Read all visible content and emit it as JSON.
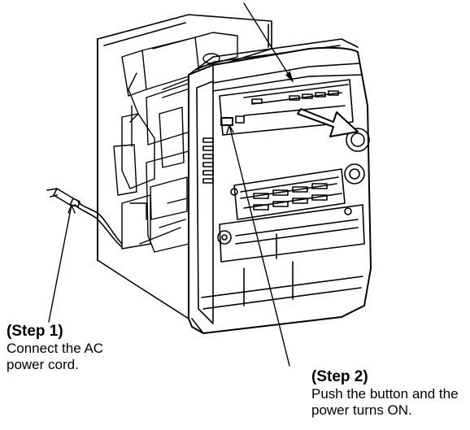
{
  "step1": {
    "title": "(Step 1)",
    "lines": [
      "Connect the AC",
      "power cord."
    ]
  },
  "step2": {
    "title": "(Step 2)",
    "lines": [
      "Push the button and the",
      "power turns ON."
    ]
  },
  "colors": {
    "ink": "#000000",
    "background": "#ffffff"
  }
}
